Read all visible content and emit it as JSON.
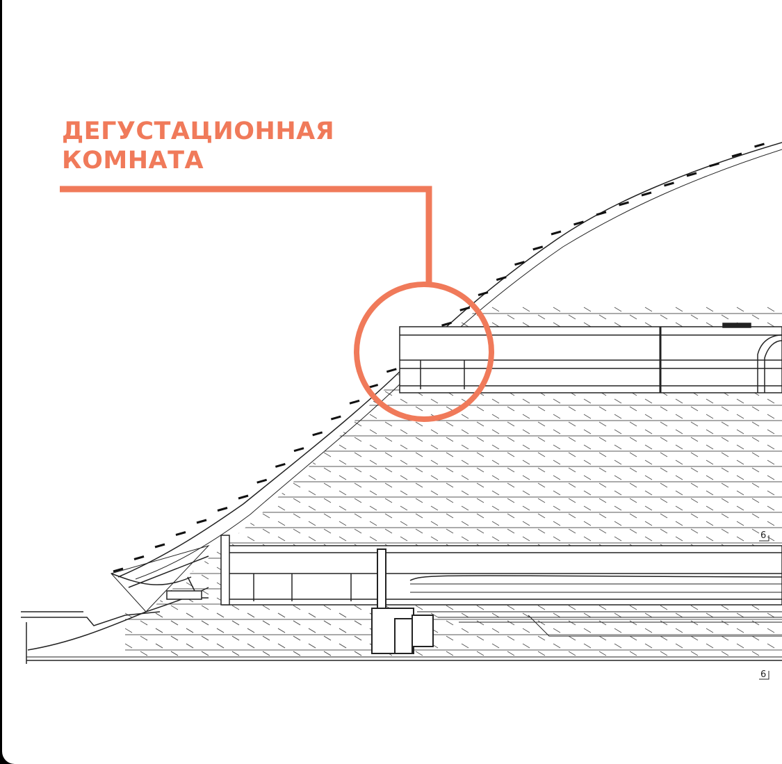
{
  "callout": {
    "line1": "ДЕГУСТАЦИОННАЯ",
    "line2": "КОМНАТА"
  },
  "section_markers": [
    "6",
    "6"
  ],
  "colors": {
    "accent": "#f07a5a",
    "ink": "#222222",
    "hatch": "#6b6b6b",
    "paper": "#ffffff",
    "frame": "#000000"
  }
}
